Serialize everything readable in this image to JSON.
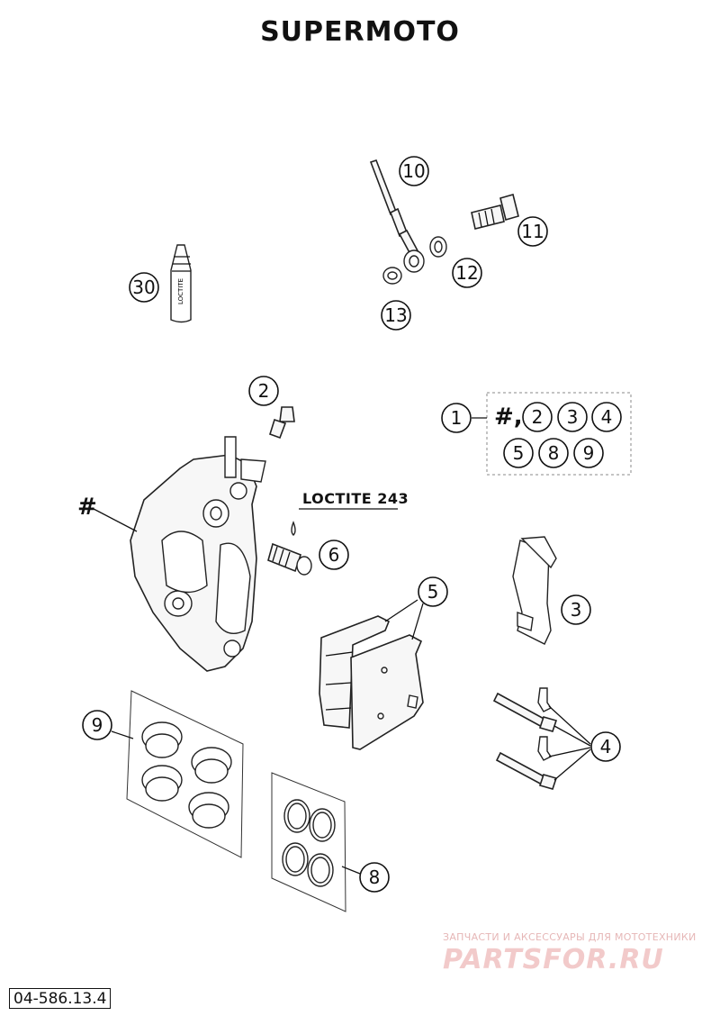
{
  "title": "SUPERMOTO",
  "loctite_label": "LOCTITE 243",
  "caliper_label": "#",
  "kit": {
    "prefix": "#,",
    "items": [
      "2",
      "3",
      "4",
      "5",
      "8",
      "9"
    ]
  },
  "callouts": [
    "1",
    "2",
    "3",
    "4",
    "5",
    "6",
    "8",
    "9",
    "10",
    "11",
    "12",
    "13",
    "30"
  ],
  "loctite_bottle_text": "LOCTITE",
  "watermark": {
    "line1": "ЗАПЧАСТИ И АКСЕССУАРЫ ДЛЯ МОТОТЕХНИКИ",
    "line2": "PARTSFOR.RU"
  },
  "part_number": "04-586.13.4"
}
